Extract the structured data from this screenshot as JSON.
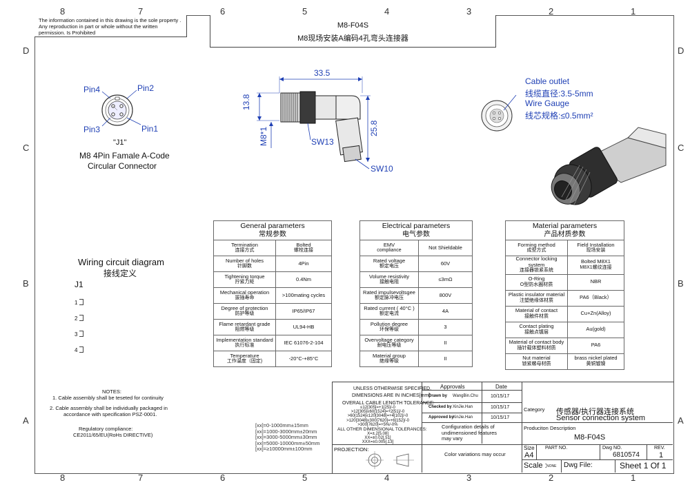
{
  "zones": {
    "cols": [
      "8",
      "7",
      "6",
      "5",
      "4",
      "3",
      "2",
      "1"
    ],
    "rows": [
      "D",
      "C",
      "B",
      "A"
    ]
  },
  "notice": "The information contained in this drawing is the sole property . Any reproduction in part or whole without the written permission. Is Prohibited",
  "title": {
    "model": "M8-F04S",
    "name_cn": "M8现场安装A编码4孔弯头连接器"
  },
  "pinout": {
    "pins": [
      "Pin4",
      "Pin2",
      "Pin3",
      "Pin1"
    ],
    "ref": "\"J1\"",
    "desc1": "M8 4Pin Famale A-Code",
    "desc2": "Circular Connector"
  },
  "dims": {
    "d1": "33.5",
    "d2": "13.8",
    "d3": "M8*1",
    "d4": "25.8",
    "sw13": "SW13",
    "sw10": "SW10"
  },
  "cable": {
    "outlet": "Cable outlet",
    "dia_cn": "线缆直径:3.5-5mm",
    "gauge": "Wire Gauge",
    "gauge_cn": "线芯规格:≤0.5mm²"
  },
  "general": {
    "title": "General parameters",
    "title_cn": "常规参数",
    "rows": [
      {
        "k": "Termination",
        "kc": "连接方式",
        "v": "Bolted",
        "vc": "螺栓连接"
      },
      {
        "k": "Number of holes",
        "kc": "针脚数",
        "v": "4Pin",
        "vc": ""
      },
      {
        "k": "Tightening torque",
        "kc": "拧紧力矩",
        "v": "0.4Nm",
        "vc": ""
      },
      {
        "k": "Mechanical operation",
        "kc": "拔插寿命",
        "v": ">100mating cycles",
        "vc": ""
      },
      {
        "k": "Degree of protection",
        "kc": "防护等级",
        "v": "IP65/IP67",
        "vc": ""
      },
      {
        "k": "Flame retardant grade",
        "kc": "阻燃等级",
        "v": "UL94-HB",
        "vc": ""
      },
      {
        "k": "Implementation standard",
        "kc": "执行标准",
        "v": "IEC 61076-2-104",
        "vc": ""
      },
      {
        "k": "Temperature",
        "kc": "工作温度（固定)",
        "v": "-20°C-+85°C",
        "vc": ""
      }
    ]
  },
  "electrical": {
    "title": "Electrical parameters",
    "title_cn": "电气参数",
    "rows": [
      {
        "k": "EMV",
        "kc": "compliance",
        "v": "Not Shieldable",
        "vc": ""
      },
      {
        "k": "Rated voltage",
        "kc": "额定电压",
        "v": "60V",
        "vc": ""
      },
      {
        "k": "Volume resistivity",
        "kc": "接触电阻",
        "v": "≤3mΩ",
        "vc": ""
      },
      {
        "k": "Rated impulsevoltsgee",
        "kc": "额定脉冲电压",
        "v": "800V",
        "vc": ""
      },
      {
        "k": "Rated current ( 40°C )",
        "kc": "额定电流",
        "v": "4A",
        "vc": ""
      },
      {
        "k": "Pollution degree",
        "kc": "环保等级",
        "v": "3",
        "vc": ""
      },
      {
        "k": "Overvoltage category",
        "kc": "耐电压等级",
        "v": "II",
        "vc": ""
      },
      {
        "k": "Material group",
        "kc": "绝缘等级",
        "v": "II",
        "vc": ""
      }
    ]
  },
  "material": {
    "title": "Material parameters",
    "title_cn": "产品材质参数",
    "rows": [
      {
        "k": "Forming method",
        "kc": "成型方式",
        "v": "Field Installation",
        "vc": "现场安装"
      },
      {
        "k": "Connector locking system",
        "kc": "连接器锁紧系统",
        "v": "Bolted M8X1",
        "vc": "M8X1螺纹连接"
      },
      {
        "k": "O-Ring",
        "kc": "O型防水圈材质",
        "v": "NBR",
        "vc": ""
      },
      {
        "k": "Plastic insulator material",
        "kc": "注塑绝缘体材质",
        "v": "PA6（Black）",
        "vc": ""
      },
      {
        "k": "Material of contact",
        "kc": "接触件材质",
        "v": "Cu+Zn(Alloy)",
        "vc": ""
      },
      {
        "k": "Contact plating",
        "kc": "接触点镀层",
        "v": "Au(gold)",
        "vc": ""
      },
      {
        "k": "Material of contact body",
        "kc": "插针载体塑料材质",
        "v": "PA6",
        "vc": ""
      },
      {
        "k": "Nut material",
        "kc": "锁紧螺母材质",
        "v": "brass nickel plated",
        "vc": "黄铜镀镍"
      }
    ]
  },
  "wiring": {
    "title": "Wiring circuit diagram",
    "title_cn": "接线定义",
    "ref": "J1",
    "pins": [
      "1",
      "2",
      "3",
      "4"
    ]
  },
  "notes": {
    "head": "NOTES:",
    "n1": "1. Cable assembly shall be teseted for continuity",
    "n2a": "2. Cable assembly shall be individually packaged in",
    "n2b": "accordance with  specification PSZ-0001.",
    "reg1": "Regulatory compliance:",
    "reg2": "CE2011/65/EU(RoHs DIRECTIVE)"
  },
  "lengths": [
    "[xx]=0-1000mm±15mm",
    "[xx]=1000-3000mm±20mm",
    "[xx]=3000-5000mm±30mm",
    "[xx]=5000-10000mm±50mm",
    "[xx]=≥10000mm±100mm"
  ],
  "titleblock": {
    "unless": "UNLESS OTHERWISE SPECIFIED.",
    "dims_in": "DIMENSIONS ARE IN INCHES[mm]",
    "overall": "OVERALL CABLE LENGTH TOLERANCE:",
    "tol": [
      "≤12[305]=+1[25]/-0",
      ">12[305]≤60[1524]=+2[51]/-0",
      ">60[1524]≤120[3048]=+4[102]/-0",
      ">120[3048]≤300[7620]=+6[152]/-0",
      ">300[7620]=+5%/-0%"
    ],
    "other": "ALL OTHER DIMENSIONAL TOLERANCES:",
    "other_tol": [
      "X=±.2[5.08]",
      "XX=±0.02[.51]",
      "XXX=±0.005[.13]"
    ],
    "projection": "PROJECTION:",
    "approvals": "Approvals",
    "date": "Date",
    "drawn_by": "Drawn by",
    "drawn_name": "WangBin.Chu",
    "drawn_date": "10/15/17",
    "checked_by": "Checked by",
    "checked_name": "XinJie.Han",
    "checked_date": "10/15/17",
    "approved_by": "Approved by",
    "approved_name": "XinJie.Han",
    "approved_date": "10/15/17",
    "config": "Configuration details of undimensioned features may vary",
    "color_var": "Color variations may occur",
    "category": "Category",
    "category_cn": "传感器/执行器连接系统",
    "category_en": "Sensor connection system",
    "prod_desc": "Produciton Description",
    "prod_model": "M8-F04S",
    "size_label": "Size",
    "size_val": "A4",
    "part_no": "PART NO.",
    "dwg_no": "Dwg NO.",
    "dwg_val": "6810574",
    "rev": "REV.",
    "rev_val": "1",
    "scale": "Scale :",
    "scale_val": "NONE",
    "dwg_file": "Dwg File:",
    "sheet": "Sheet 1 Of 1"
  }
}
